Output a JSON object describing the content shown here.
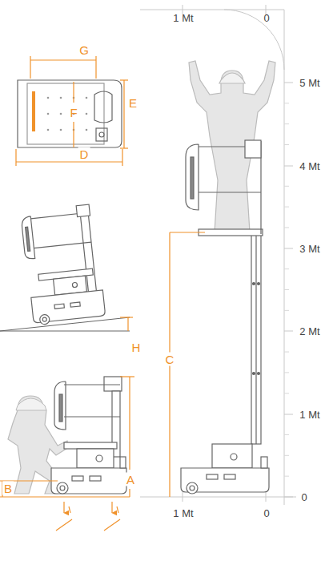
{
  "diagram": {
    "labels": [
      "1 Mt",
      "0",
      "5 Mt",
      "4 Mt",
      "3 Mt",
      "2 Mt",
      "1 Mt",
      "0",
      "G",
      "F",
      "E",
      "D",
      "H",
      "C",
      "A",
      "B",
      "1 Mt",
      "0"
    ]
  }
}
